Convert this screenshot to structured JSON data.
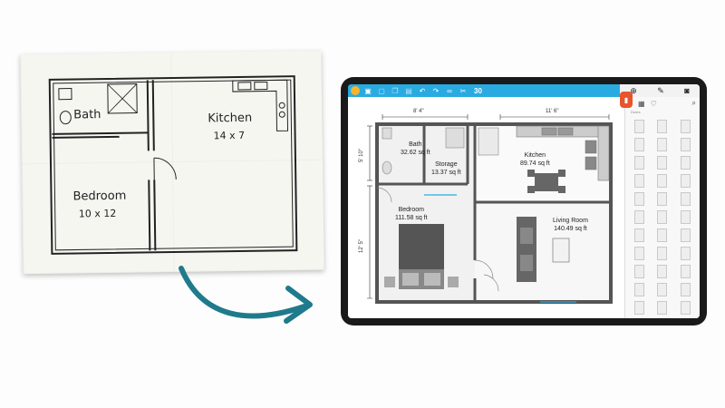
{
  "sketch": {
    "rooms": [
      {
        "name": "Bath"
      },
      {
        "name": "Kitchen",
        "size": "14 x 7"
      },
      {
        "name": "Bedroom",
        "size": "10 x 12"
      }
    ]
  },
  "app": {
    "toolbar": {
      "icons": [
        "logo-icon",
        "save-icon",
        "folder-icon",
        "copy-icon",
        "paste-icon",
        "undo-icon",
        "redo-icon",
        "link-icon",
        "cut-icon"
      ],
      "count": "30"
    },
    "right_toolbar": {
      "icons": [
        "add-icon",
        "pencil-icon",
        "camera-icon"
      ]
    },
    "panel": {
      "category": "Doors"
    },
    "dimensions": {
      "top_left": "8' 4\"",
      "top_right": "11' 6\"",
      "left_top": "5' 10\"",
      "left_bottom": "12' 5\""
    },
    "rooms": [
      {
        "name": "Bath",
        "area": "32.62 sq ft"
      },
      {
        "name": "Storage",
        "area": "13.37 sq ft"
      },
      {
        "name": "Kitchen",
        "area": "89.74 sq ft"
      },
      {
        "name": "Bedroom",
        "area": "111.58 sq ft"
      },
      {
        "name": "Living Room",
        "area": "140.49 sq ft"
      }
    ]
  },
  "colors": {
    "accent": "#29abe2",
    "orange": "#e8542c",
    "arrow": "#1f7a8c"
  }
}
